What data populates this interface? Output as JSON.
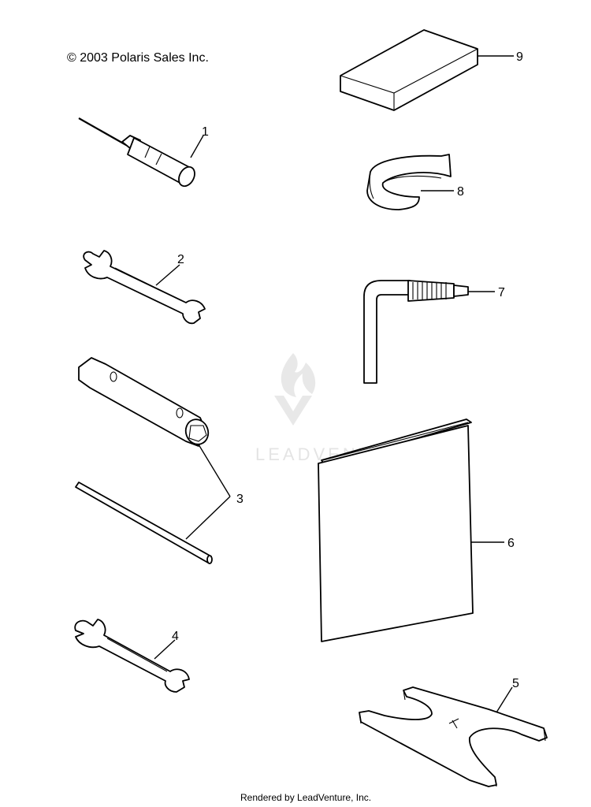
{
  "copyright": "© 2003 Polaris Sales Inc.",
  "footer": "Rendered by LeadVenture, Inc.",
  "watermark": "LEADVENTURE",
  "callouts": [
    "1",
    "2",
    "3",
    "4",
    "5",
    "6",
    "7",
    "8",
    "9"
  ]
}
